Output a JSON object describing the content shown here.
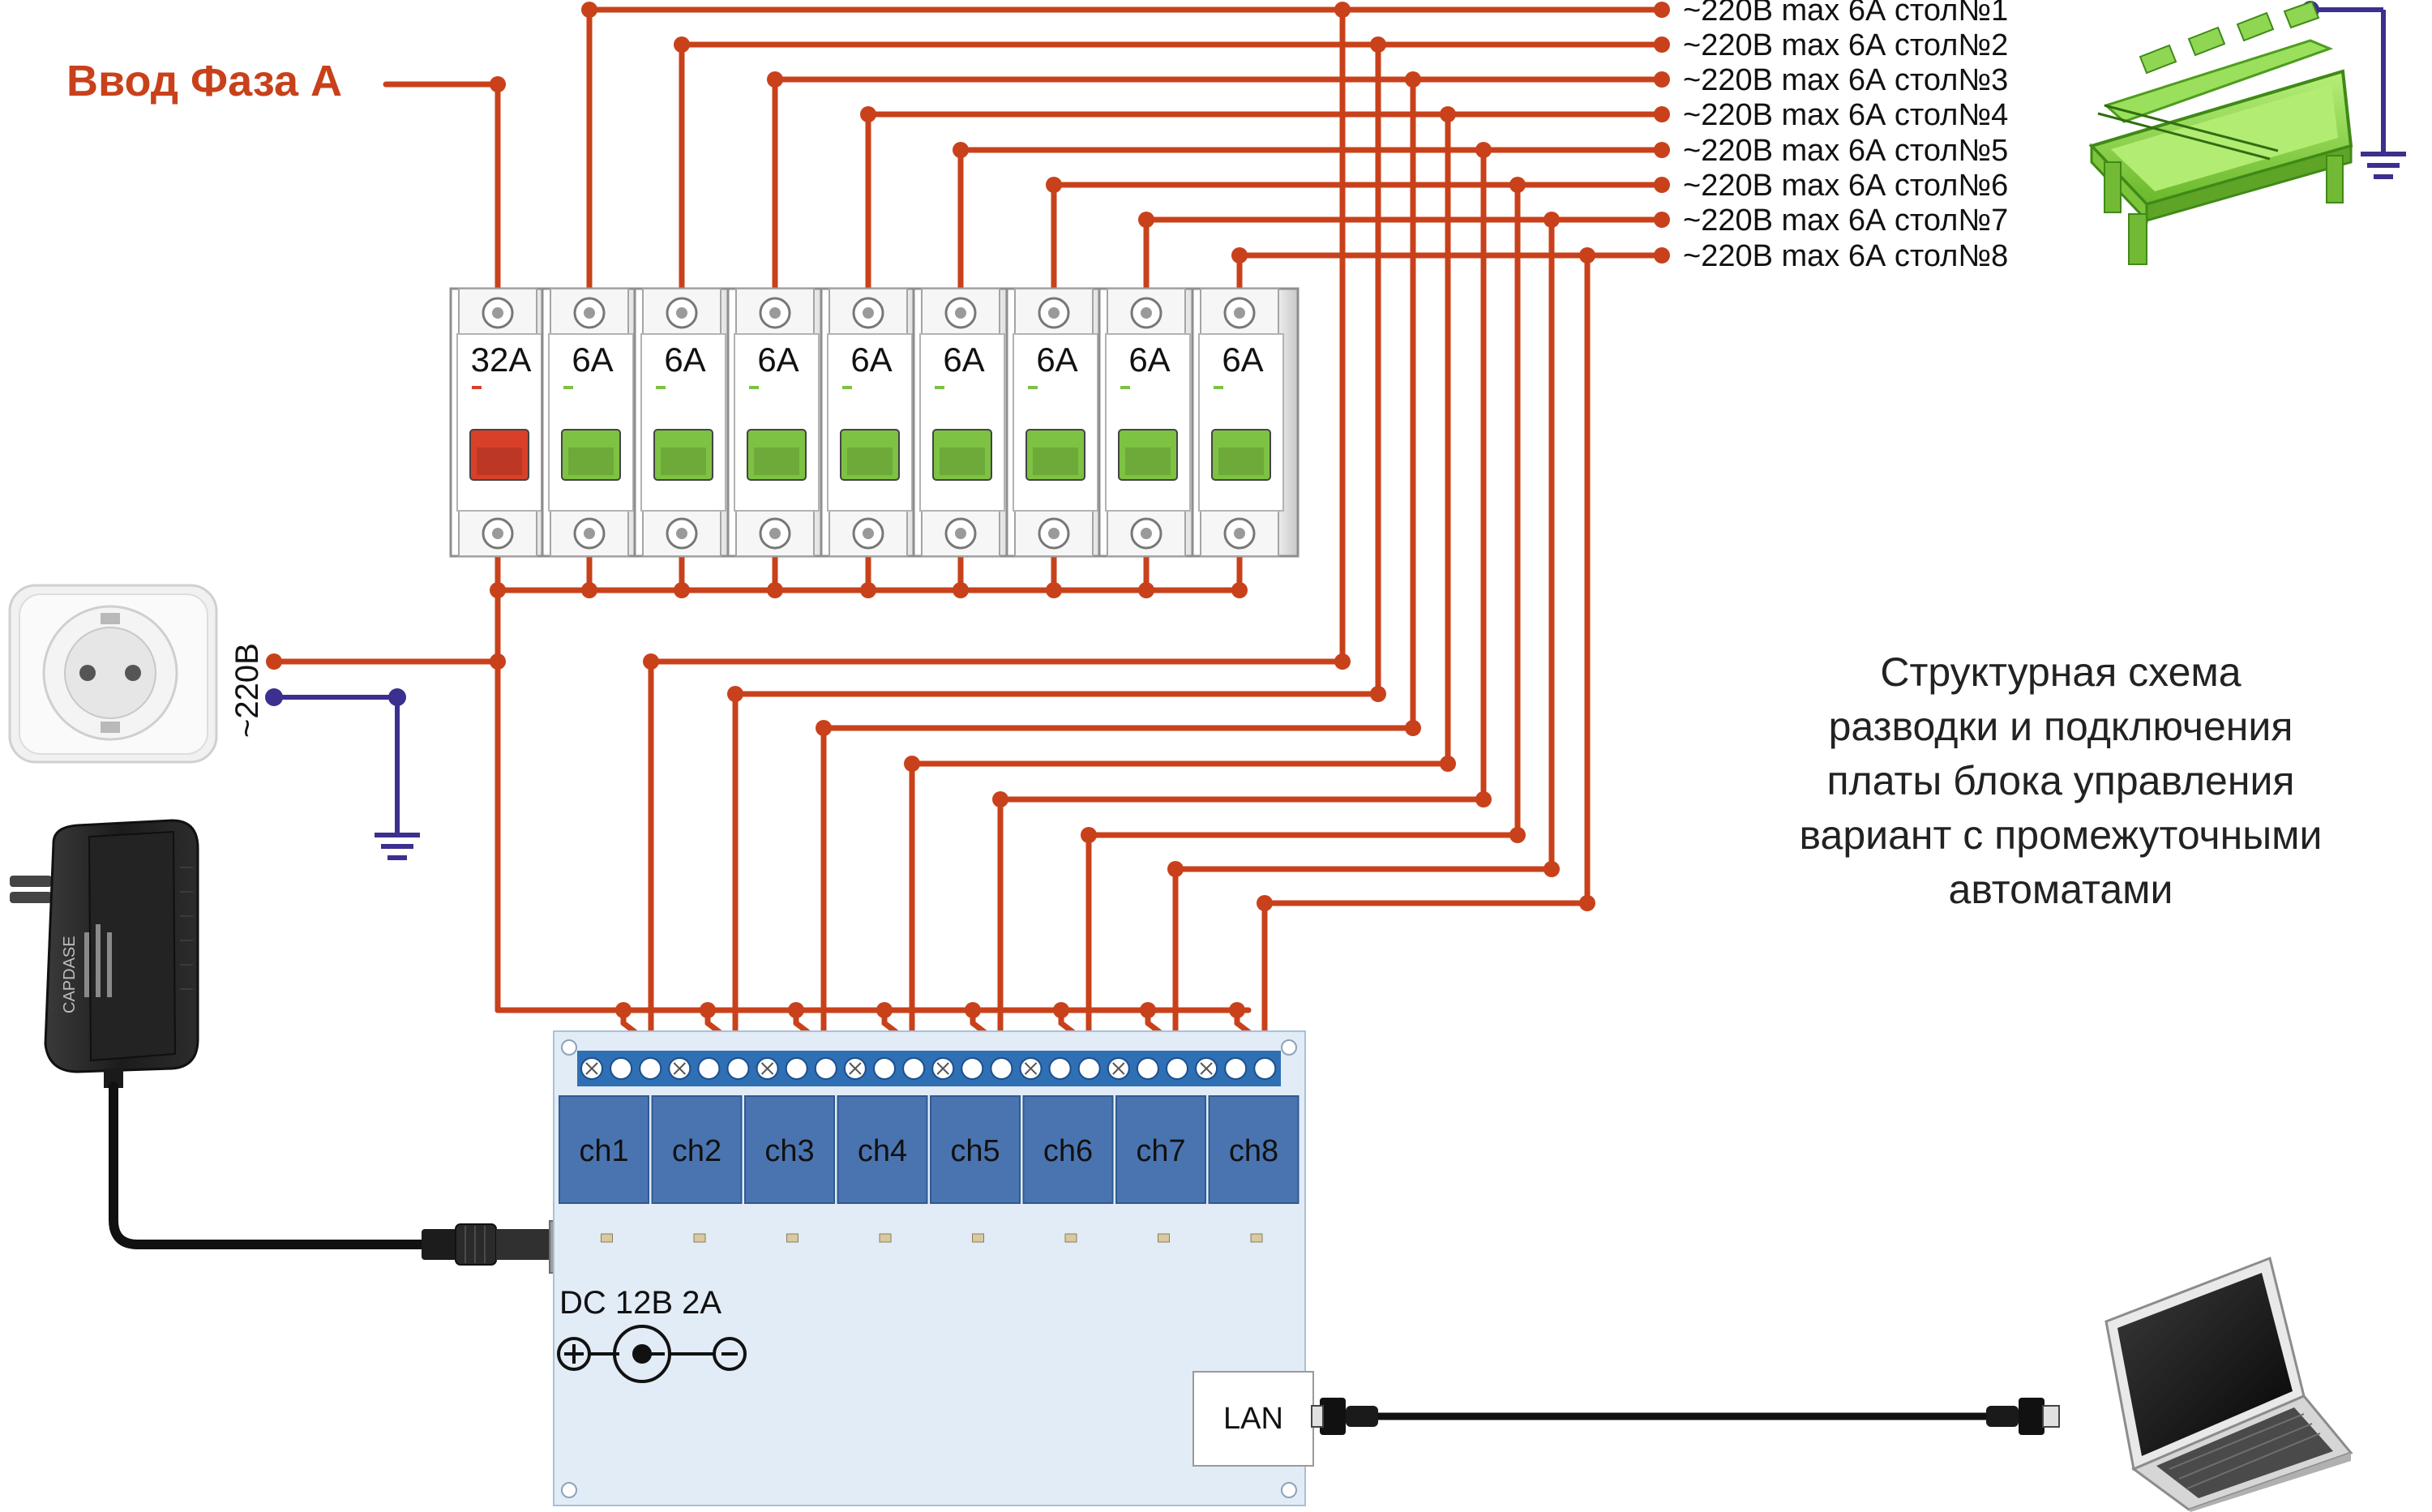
{
  "input_label": "Ввод Фаза А",
  "mains_label": "~220В",
  "outputs": [
    "~220В max 6А стол№1",
    "~220В max 6А стол№2",
    "~220В max 6А стол№3",
    "~220В max 6А стол№4",
    "~220В max 6А стол№5",
    "~220В max 6А стол№6",
    "~220В max 6А стол№7",
    "~220В max 6А стол№8"
  ],
  "breakers": [
    "32A",
    "6A",
    "6A",
    "6A",
    "6A",
    "6A",
    "6A",
    "6A",
    "6A"
  ],
  "channels": [
    "ch1",
    "ch2",
    "ch3",
    "ch4",
    "ch5",
    "ch6",
    "ch7",
    "ch8"
  ],
  "power_label": "DC 12В 2А",
  "lan_label": "LAN",
  "adapter_brand": "CAPDASE",
  "caption": [
    "Структурная схема",
    "разводки и подключения",
    "платы блока управления",
    "вариант с промежуточными",
    "автоматами"
  ],
  "colors": {
    "wire": "#c8411b",
    "ground": "#3b2f8f",
    "title": "#c8411b",
    "channel_block": "#4a74b0",
    "board": "#e2ecf6",
    "main_breaker": "#d8402a",
    "branch_breaker": "#7dc242"
  }
}
